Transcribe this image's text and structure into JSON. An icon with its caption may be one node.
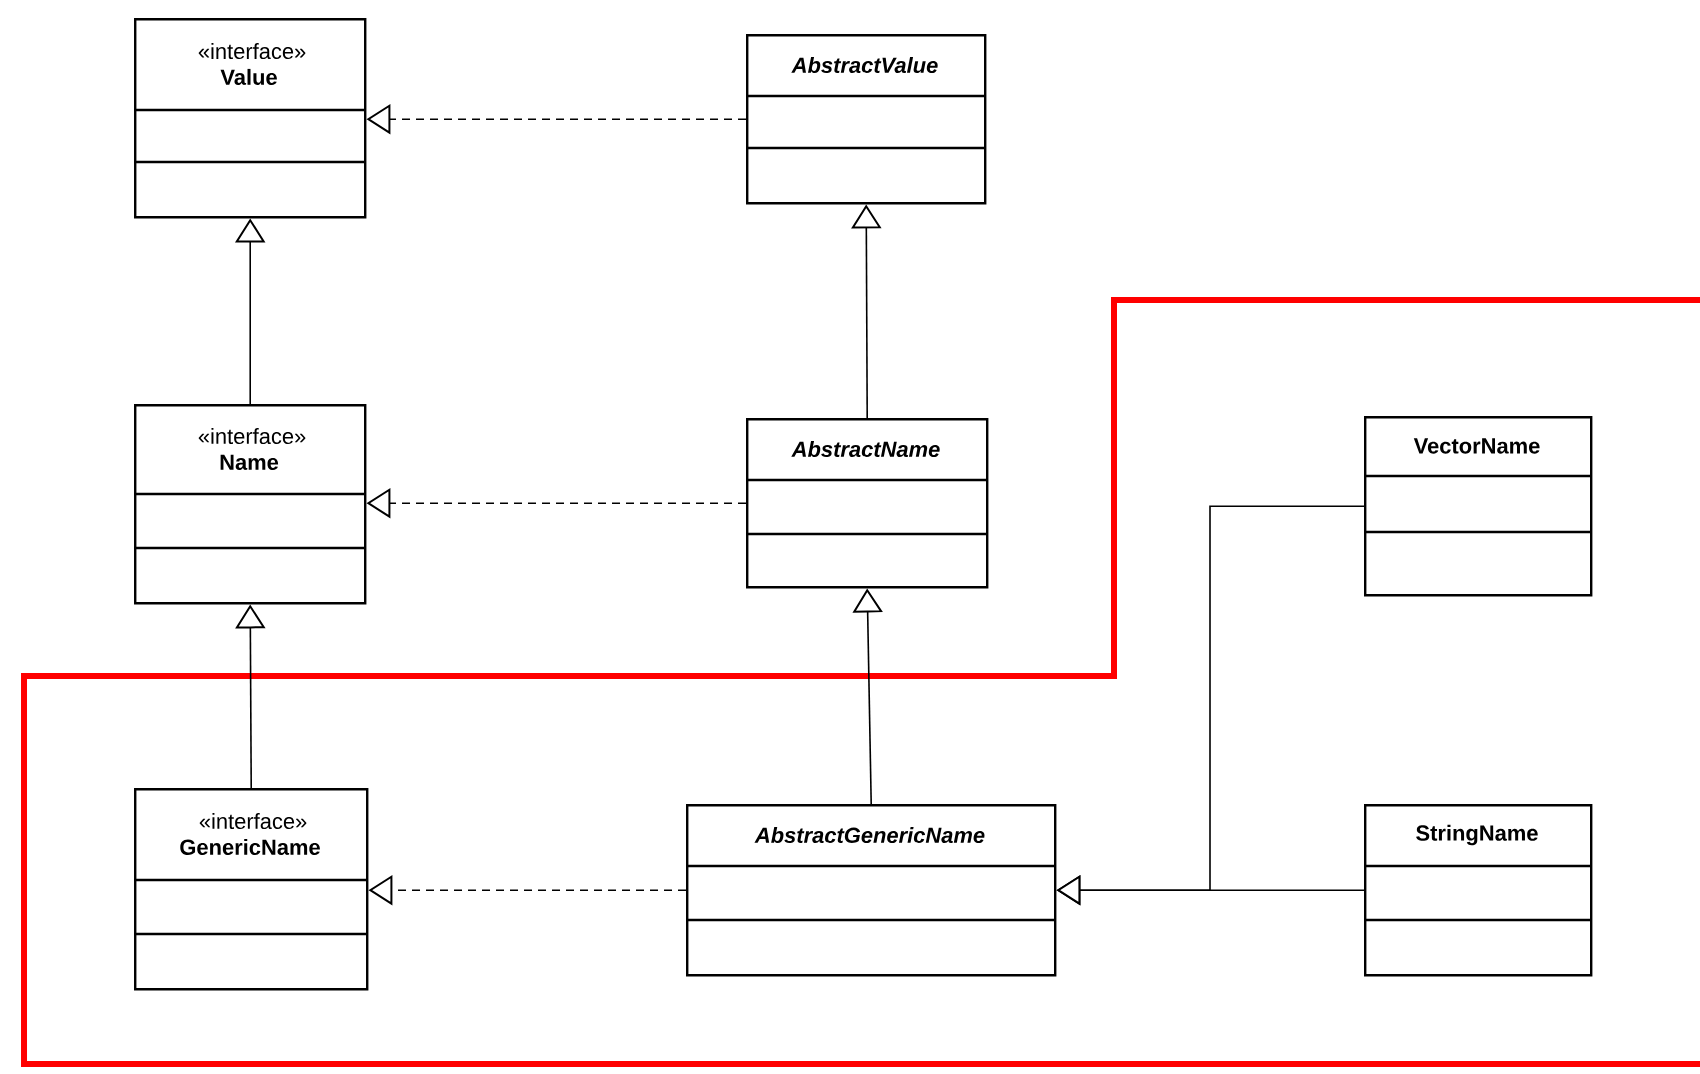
{
  "diagram": {
    "nodes": [
      {
        "text": [
          "«interface»",
          "Value"
        ]
      },
      {
        "text": [
          "AbstractValue"
        ]
      },
      {
        "text": [
          "«interface»",
          "Name"
        ]
      },
      {
        "text": [
          "AbstractName"
        ]
      },
      {
        "text": [
          "VectorName"
        ]
      },
      {
        "text": [
          "«interface»",
          "GenericName"
        ]
      },
      {
        "text": [
          "AbstractGenericName"
        ]
      },
      {
        "text": [
          "StringName"
        ]
      }
    ],
    "edges": [
      {
        "from": 1,
        "to": 0,
        "arrow": "to",
        "style": "dashed"
      },
      {
        "from": 2,
        "to": 0,
        "arrow": "to"
      },
      {
        "from": 3,
        "to": 1,
        "arrow": "to"
      },
      {
        "from": 3,
        "to": 2,
        "arrow": "to",
        "style": "dashed"
      },
      {
        "from": 5,
        "to": 2,
        "arrow": "to"
      },
      {
        "from": 6,
        "to": 3,
        "arrow": "to"
      },
      {
        "from": 6,
        "to": 5,
        "arrow": "to",
        "style": "dashed"
      },
      {
        "from": 4,
        "to": 6,
        "arrow": "to"
      },
      {
        "from": 7,
        "to": 6,
        "arrow": "to"
      }
    ]
  }
}
